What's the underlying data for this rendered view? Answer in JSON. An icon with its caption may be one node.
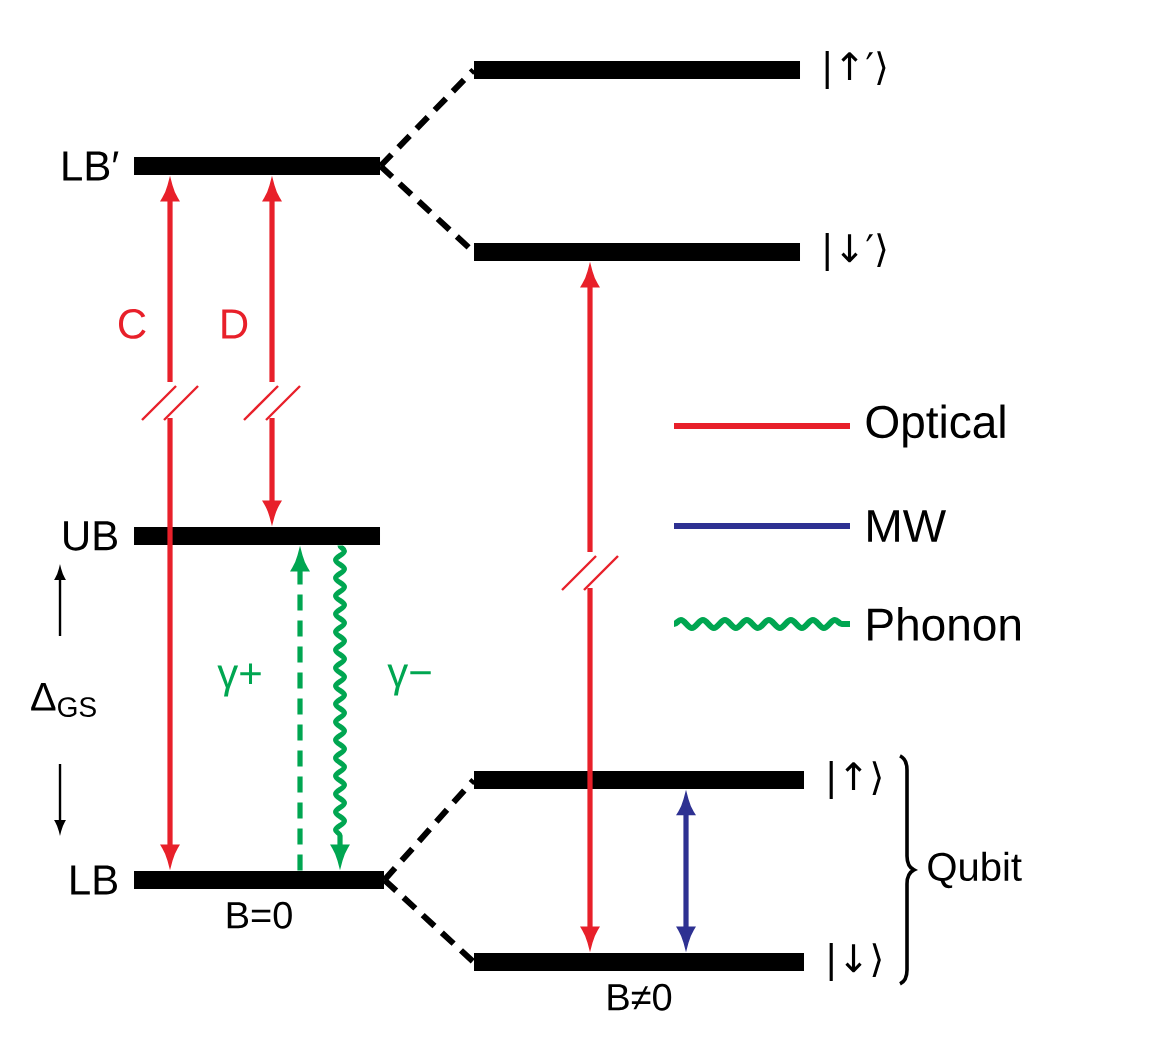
{
  "diagram": {
    "nodes": [
      {
        "text": [
          "LB′"
        ]
      },
      {
        "text": [
          "UB"
        ]
      },
      {
        "text": [
          "LB"
        ],
        "beside": [
          "B=0"
        ]
      },
      {
        "text": [
          "|↑′⟩"
        ]
      },
      {
        "text": [
          "|↓′⟩"
        ]
      },
      {
        "text": [
          "|↑⟩"
        ]
      },
      {
        "text": [
          "|↓⟩"
        ],
        "beside": [
          "B≠0"
        ]
      }
    ],
    "edges": [
      {
        "from": 0,
        "to": 3,
        "arrow": "none",
        "style": "dashed"
      },
      {
        "from": 0,
        "to": 4,
        "arrow": "none",
        "style": "dashed"
      },
      {
        "from": 2,
        "to": 5,
        "arrow": "none",
        "style": "dashed"
      },
      {
        "from": 2,
        "to": 6,
        "arrow": "none",
        "style": "dashed"
      },
      {
        "from": 2,
        "to": 0,
        "arrow": "both",
        "label": "C",
        "color": "#e8202a"
      },
      {
        "from": 1,
        "to": 0,
        "arrow": "both",
        "label": "D",
        "color": "#e8202a"
      },
      {
        "from": 6,
        "to": 4,
        "arrow": "both",
        "color": "#e8202a"
      },
      {
        "from": 6,
        "to": 5,
        "arrow": "both",
        "color": "#2e3192"
      },
      {
        "from": 2,
        "to": 1,
        "arrow": "to",
        "label": "γ+",
        "style": "dashed",
        "color": "#00a651"
      },
      {
        "from": 1,
        "to": 2,
        "arrow": "to",
        "label": "γ−",
        "color": "#00a651"
      }
    ],
    "labels": [
      "Δ$_{GS}$",
      "Qubit"
    ],
    "legend": [
      {
        "text": "Optical"
      },
      {
        "text": "MW"
      },
      {
        "text": "Phonon"
      }
    ]
  }
}
